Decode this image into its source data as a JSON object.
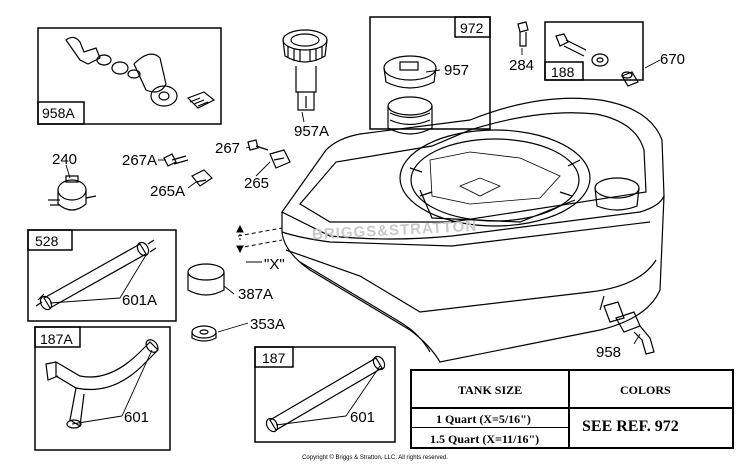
{
  "labels": {
    "p958A": "958A",
    "p957A": "957A",
    "p972": "972",
    "p957": "957",
    "p284": "284",
    "p188": "188",
    "p670": "670",
    "p240": "240",
    "p267A": "267A",
    "p267": "267",
    "p265A": "265A",
    "p265": "265",
    "x_dim": "\"X\"",
    "p528": "528",
    "p601A": "601A",
    "p387A": "387A",
    "p353A": "353A",
    "p187A": "187A",
    "p601_left": "601",
    "p187": "187",
    "p601_right": "601",
    "p958": "958"
  },
  "table": {
    "col1_header": "TANK SIZE",
    "col2_header": "COLORS",
    "rows": [
      "1 Quart (X=5/16\")",
      "1.5 Quart (X=11/16\")"
    ],
    "colors_value": "SEE REF. 972"
  },
  "watermark": "BRIGGS&STRATTON",
  "copyright": "Copyright © Briggs & Stratton, LLC. All rights reserved."
}
